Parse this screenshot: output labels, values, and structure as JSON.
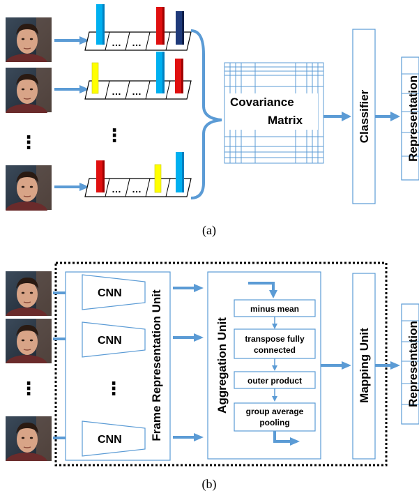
{
  "panel_a": {
    "caption": "(a)",
    "covariance_label_1": "Covariance",
    "covariance_label_2": "Matrix",
    "classifier_label": "Classifier",
    "representation_label": "Representation",
    "vertical_ellipsis": "⋮",
    "cell_ellipsis": "…",
    "colors": {
      "blue": "#00b0f0",
      "red": "#e01010",
      "navy": "#1f3a7a",
      "yellow": "#ffff00",
      "arrow": "#5b9bd5"
    }
  },
  "panel_b": {
    "caption": "(b)",
    "cnn_label": "CNN",
    "frame_unit_label": "Frame Representation Unit",
    "aggregation_unit_label": "Aggregation Unit",
    "mapping_unit_label": "Mapping Unit",
    "representation_label": "Representation",
    "vertical_ellipsis": "⋮",
    "steps": [
      "minus mean",
      "transpose fully",
      "connected",
      "outer product",
      "group average",
      "pooling"
    ]
  }
}
